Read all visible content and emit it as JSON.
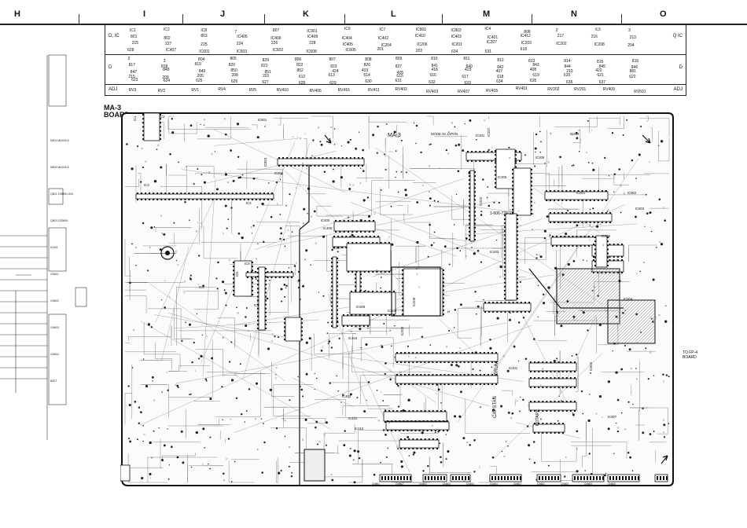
{
  "grid_columns": [
    "H",
    "I",
    "J",
    "K",
    "L",
    "M",
    "N",
    "O"
  ],
  "ref_table": {
    "row_codes": [
      "D, IC",
      "D",
      "ADJ"
    ],
    "right_codes": [
      "Q IC",
      "D",
      "ADJ"
    ],
    "row1_items": [
      "IC1",
      "IC2",
      "IC8",
      "7",
      "807",
      "IC901",
      "IC6",
      "IC7",
      "IC801",
      "IC803",
      "IC4",
      "808",
      "2",
      "6,5",
      "3",
      "801",
      "802",
      "803",
      "IC405",
      "IC406",
      "IC408",
      "IC404",
      "IC402",
      "IC410",
      "IC403",
      "IC401",
      "IC412",
      "217",
      "216",
      "213",
      "215",
      "227",
      "225",
      "224",
      "226",
      "228",
      "IC405",
      "IC204",
      "IC206",
      "IC201",
      "IC207",
      "IC203",
      "IC202",
      "IC208",
      "204",
      "628",
      "IC407",
      "IC601",
      "IC603",
      "IC602",
      "IC608",
      "IC605",
      "201",
      "202",
      "634",
      "631",
      "618"
    ],
    "row2_items": [
      "2",
      "3",
      "804",
      "805",
      "829",
      "806",
      "807",
      "808",
      "809",
      "810",
      "811",
      "812",
      "813",
      "814",
      "815",
      "816",
      "817",
      "818",
      "819",
      "820",
      "821",
      "822",
      "823",
      "826",
      "827",
      "841",
      "840",
      "842",
      "843",
      "844",
      "845",
      "846",
      "847",
      "848",
      "849",
      "850",
      "851",
      "852",
      "424",
      "403",
      "405",
      "418",
      "423",
      "407",
      "408",
      "213",
      "422",
      "881",
      "215",
      "209",
      "205",
      "208",
      "201",
      "612",
      "613",
      "614",
      "615",
      "616",
      "617",
      "618",
      "619",
      "620",
      "621",
      "622",
      "623",
      "624",
      "625",
      "626",
      "627",
      "628",
      "629",
      "630",
      "631",
      "632",
      "633",
      "634",
      "635",
      "636",
      "637"
    ],
    "row3_items": [
      "RV3",
      "RV2",
      "RV1",
      "RV4",
      "RV5",
      "RV410",
      "RV406",
      "RV416",
      "RV411",
      "RV402",
      "RV403",
      "RV407",
      "RV405",
      "RV401",
      "RV202",
      "RV201",
      "RV409",
      "RV601"
    ]
  },
  "board": {
    "name": "MA-3",
    "title_line1": "MA-3",
    "title_line2": "BOARD",
    "made_in": "MADE IN JAPAN",
    "part_number": "1-606-729-12",
    "ic_labels": [
      "IC1",
      "IC2",
      "IC3",
      "IC4",
      "IC5",
      "IC6",
      "IC7",
      "IC8",
      "IC401",
      "IC402",
      "IC403",
      "IC404",
      "IC405",
      "IC406",
      "IC407",
      "IC408",
      "IC409",
      "IC410",
      "IC412",
      "IC201",
      "IC202",
      "IC203",
      "IC204",
      "IC205",
      "IC206",
      "IC207",
      "IC601",
      "IC602",
      "IC603",
      "IC604",
      "IC605",
      "IC606",
      "IC607",
      "IC608",
      "IC801",
      "IC803",
      "IC901"
    ],
    "side_labels": [
      "CAPSTAN",
      "DRUM",
      "ROTARY",
      "TO FP-4 BOARD"
    ],
    "connectors": [
      "CN801",
      "CN802",
      "CN401",
      "CN402",
      "CN403",
      "CN404",
      "CN601",
      "CN602",
      "CN603",
      "CN604",
      "CN605"
    ]
  },
  "to_board": {
    "line1": "TO FP-4",
    "line2": "BOARD"
  },
  "left_schematic": {
    "labels": [
      "D801 MA225-6",
      "D803 MA225-6",
      "Q801 2SB891-004",
      "Q803 2SD806",
      "ICA01",
      "CN601",
      "CN602",
      "CN603",
      "CN604",
      "BATT"
    ]
  }
}
